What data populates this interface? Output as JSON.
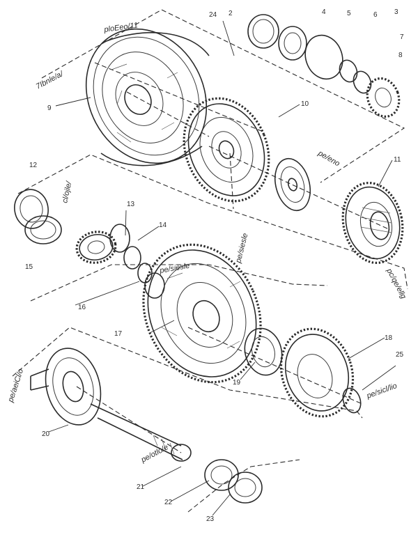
{
  "rotated_labels": {
    "top_left": "7Ibnle/a/",
    "top_center": "ploEeo/11",
    "left_mid": "cl/ojle/",
    "right_mid_a": "pe/eno",
    "center_mid": "pe/siesle",
    "bottom_right_a": "pc/qe/ellg",
    "bottom_right_b": "pe/sicl/lio",
    "bottom_left": "pe/aeiCl/o",
    "bottom_center": "pe/otlo/e"
  },
  "callouts": [
    "2",
    "3",
    "4",
    "5",
    "6",
    "7",
    "8",
    "9",
    "10",
    "11",
    "12",
    "13",
    "14",
    "15",
    "16",
    "17",
    "18",
    "19",
    "20",
    "21",
    "22",
    "23",
    "24",
    "25"
  ]
}
